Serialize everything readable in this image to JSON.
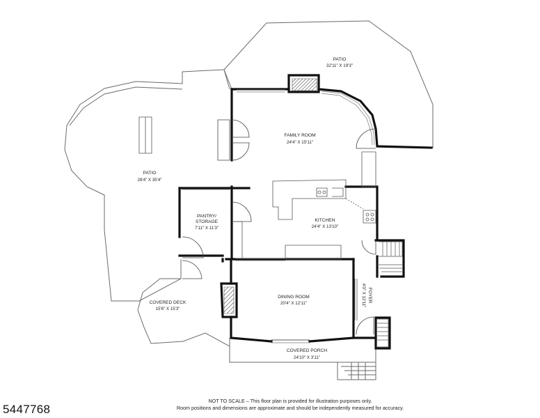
{
  "rooms": {
    "patio_top": {
      "name": "PATIO",
      "dims": "32'11\" X 19'3\""
    },
    "family_room": {
      "name": "FAMILY ROOM",
      "dims": "24'4\" X 15'11\""
    },
    "patio_left": {
      "name": "PATIO",
      "dims": "28'4\" X 35'4\""
    },
    "pantry": {
      "name": "PANTRY/",
      "name2": "STORAGE",
      "dims": "7'11\" X 11'3\""
    },
    "kitchen": {
      "name": "KITCHEN",
      "dims": "24'4\" X 13'10\""
    },
    "dining_room": {
      "name": "DINING ROOM",
      "dims": "20'4\" X 12'11\""
    },
    "covered_deck": {
      "name": "COVERED DECK",
      "dims": "15'6\" X 15'3\""
    },
    "foyer": {
      "name": "FOYER",
      "dims": "4'0\" X 12'11\""
    },
    "covered_porch": {
      "name": "COVERED PORCH",
      "dims": "24'10\" X 3'11\""
    }
  },
  "footer": {
    "listing_id": "5447768",
    "disclaimer_line1": "NOT TO SCALE – This floor plan is provided for illustration purposes only.",
    "disclaimer_line2": "Room positions and dimensions are approximate and should be independently measured for accuracy."
  }
}
